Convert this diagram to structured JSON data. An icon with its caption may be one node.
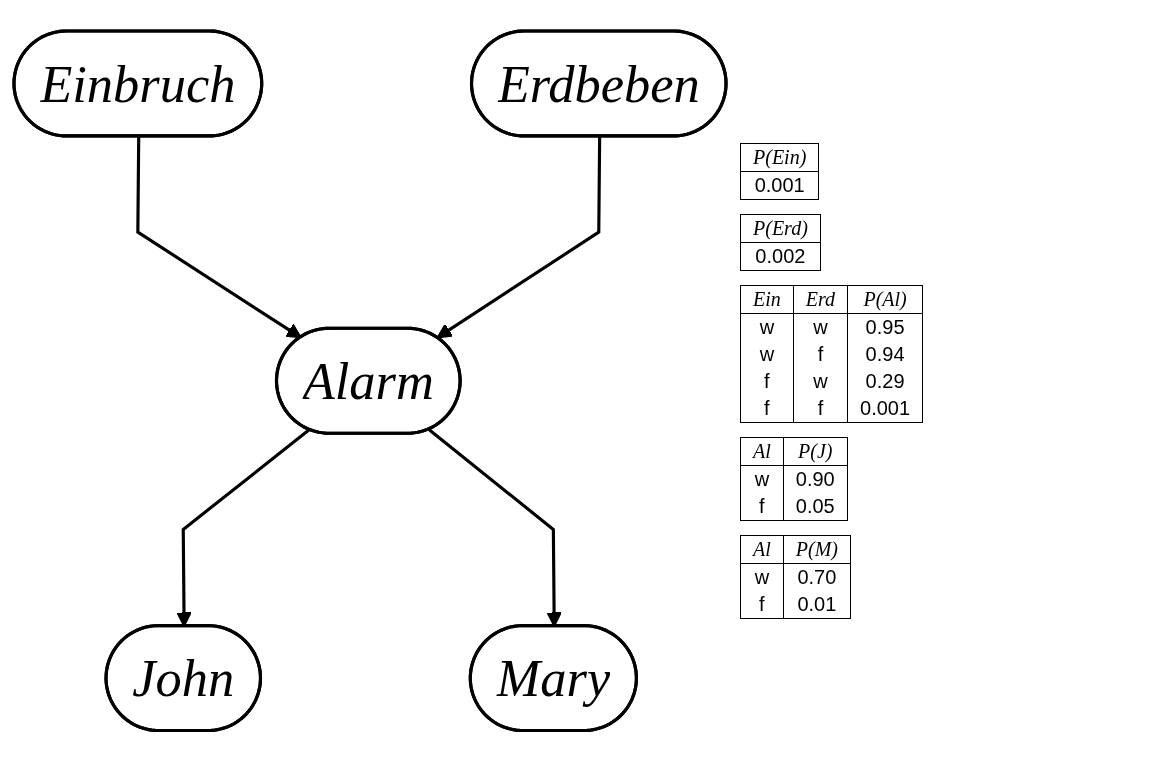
{
  "diagram": {
    "nodes": [
      {
        "text": [
          "Einbruch"
        ],
        "beside": [
          "P(Ein)",
          "0.001"
        ]
      },
      {
        "text": [
          "Erdbeben"
        ],
        "beside": [
          "P(Erd)",
          "0.002"
        ]
      },
      {
        "text": [
          "Alarm"
        ],
        "beside": [
          "Ein",
          "Erd",
          "P(Al)",
          "w",
          "w",
          "0.95",
          "w",
          "f",
          "0.94",
          "f",
          "w",
          "0.29",
          "f",
          "f",
          "0.001"
        ]
      },
      {
        "text": [
          "John"
        ],
        "beside": [
          "Al",
          "P(J)",
          "w",
          "0.90",
          "f",
          "0.05"
        ]
      },
      {
        "text": [
          "Mary"
        ],
        "beside": [
          "Al",
          "P(M)",
          "w",
          "0.70",
          "f",
          "0.01"
        ]
      }
    ],
    "edges": [
      {
        "from": 0,
        "to": 2,
        "arrow": "to"
      },
      {
        "from": 1,
        "to": 2,
        "arrow": "to"
      },
      {
        "from": 2,
        "to": 3,
        "arrow": "to"
      },
      {
        "from": 2,
        "to": 4,
        "arrow": "to"
      }
    ]
  }
}
